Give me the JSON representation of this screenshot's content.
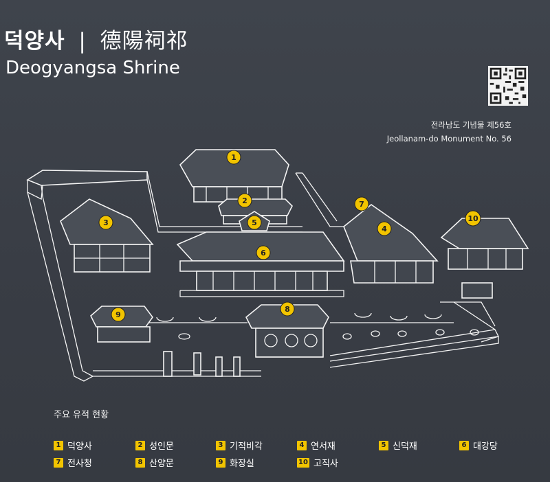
{
  "title": {
    "korean": "덕양사",
    "hanja": "德陽祠祁",
    "english": "Deogyangsa Shrine"
  },
  "monument": {
    "korean": "전라남도 기념물 제56호",
    "english": "Jeollanam-do Monument No. 56"
  },
  "map_markers": [
    "1",
    "2",
    "3",
    "4",
    "5",
    "6",
    "7",
    "8",
    "9",
    "10"
  ],
  "legend": {
    "heading": "주요 유적 현황",
    "items": [
      {
        "num": "1",
        "label": "덕양사"
      },
      {
        "num": "2",
        "label": "성인문"
      },
      {
        "num": "3",
        "label": "기적비각"
      },
      {
        "num": "4",
        "label": "연서재"
      },
      {
        "num": "5",
        "label": "신덕재"
      },
      {
        "num": "6",
        "label": "대강당"
      },
      {
        "num": "7",
        "label": "전사청"
      },
      {
        "num": "8",
        "label": "산양문"
      },
      {
        "num": "9",
        "label": "화장실"
      },
      {
        "num": "10",
        "label": "고직사"
      }
    ]
  },
  "colors": {
    "background": "#3a3f47",
    "marker": "#f2c400",
    "line": "#f4f4f4"
  }
}
